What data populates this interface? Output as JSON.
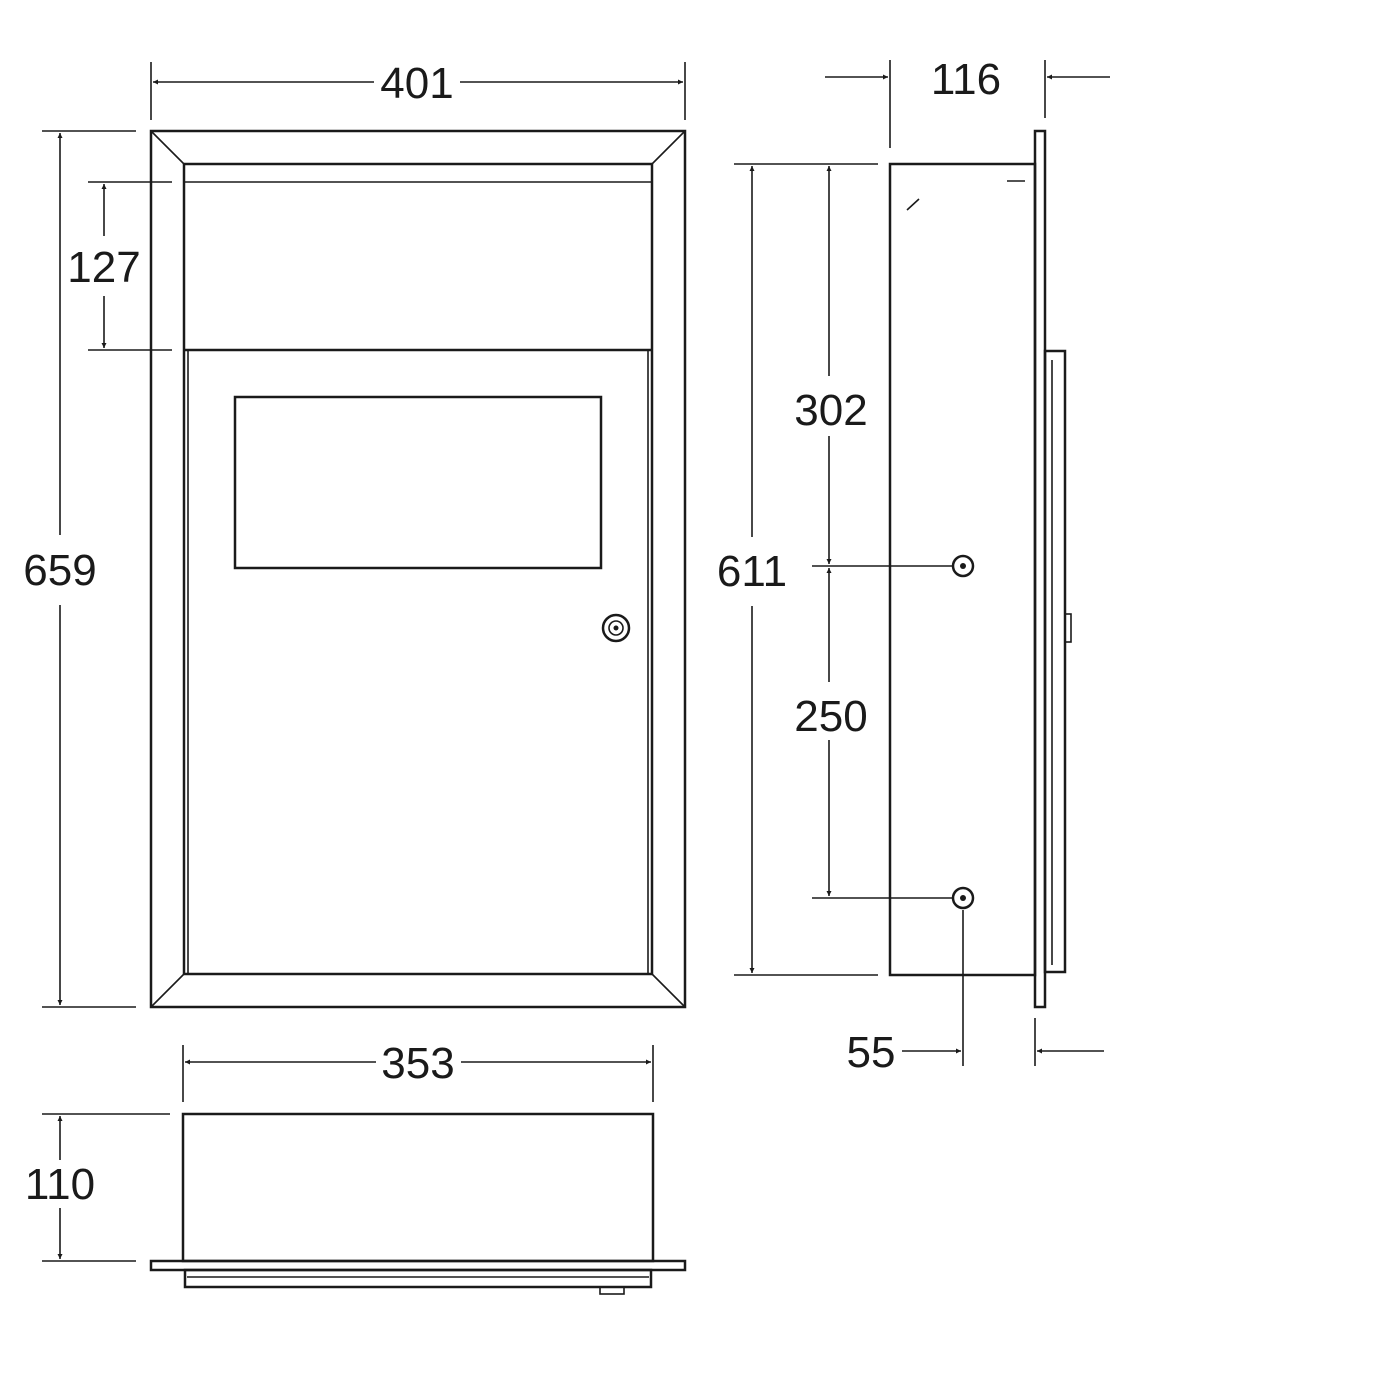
{
  "drawing": {
    "views": [
      "front-view",
      "side-view",
      "bottom-view"
    ],
    "dimensions": {
      "front_width": "401",
      "front_height": "659",
      "top_opening_height": "127",
      "side_depth": "116",
      "side_height": "611",
      "upper_mount_offset": "302",
      "mount_spacing": "250",
      "mount_depth_offset": "55",
      "body_width": "353",
      "bottom_depth": "110"
    }
  }
}
